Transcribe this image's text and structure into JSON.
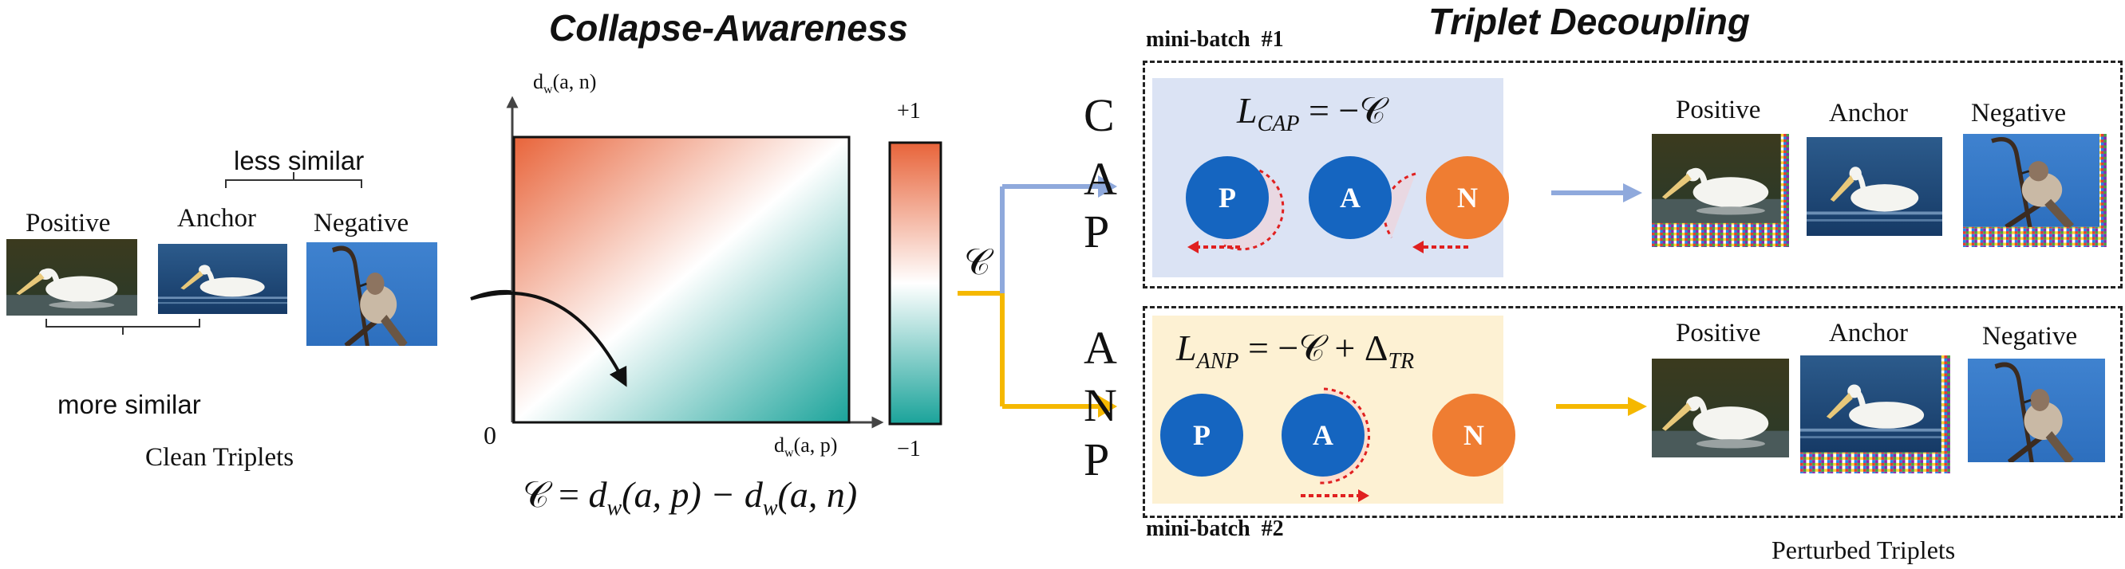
{
  "clean": {
    "positive": "Positive",
    "anchor": "Anchor",
    "negative": "Negative",
    "less_similar": "less similar",
    "more_similar": "more similar",
    "caption": "Clean Triplets"
  },
  "collapse": {
    "title": "Collapse-Awareness",
    "y_axis": "d",
    "y_axis_sub": "w",
    "y_axis_args": "(a, n)",
    "x_axis": "d",
    "x_axis_sub": "w",
    "x_axis_args": "(a, p)",
    "origin": "0",
    "scale_top": "+1",
    "scale_bottom": "−1",
    "formula": "𝒞 = d_w(a, p) − d_w(a, n)",
    "c_symbol": "𝒞",
    "colors": {
      "warm": "#e8643a",
      "cool": "#1aa39a"
    }
  },
  "decoupling": {
    "title": "Triplet Decoupling",
    "batch1": "mini-batch  #1",
    "batch2": "mini-batch  #2",
    "cap_letters": [
      "C",
      "A",
      "P"
    ],
    "anp_letters": [
      "A",
      "N",
      "P"
    ],
    "cap_formula": "L_CAP = −𝒞",
    "anp_formula": "L_ANP = −𝒞 + Δ_TR",
    "circle_p": "P",
    "circle_a": "A",
    "circle_n": "N",
    "positive": "Positive",
    "anchor": "Anchor",
    "negative": "Negative",
    "caption": "Perturbed Triplets",
    "colors": {
      "blue_circle": "#1565c0",
      "orange_circle": "#ef7d32",
      "cap_bg": "#dbe3f4",
      "anp_bg": "#fdf1d3",
      "cap_arrow": "#8fa9dc",
      "anp_arrow": "#f5b800"
    }
  }
}
